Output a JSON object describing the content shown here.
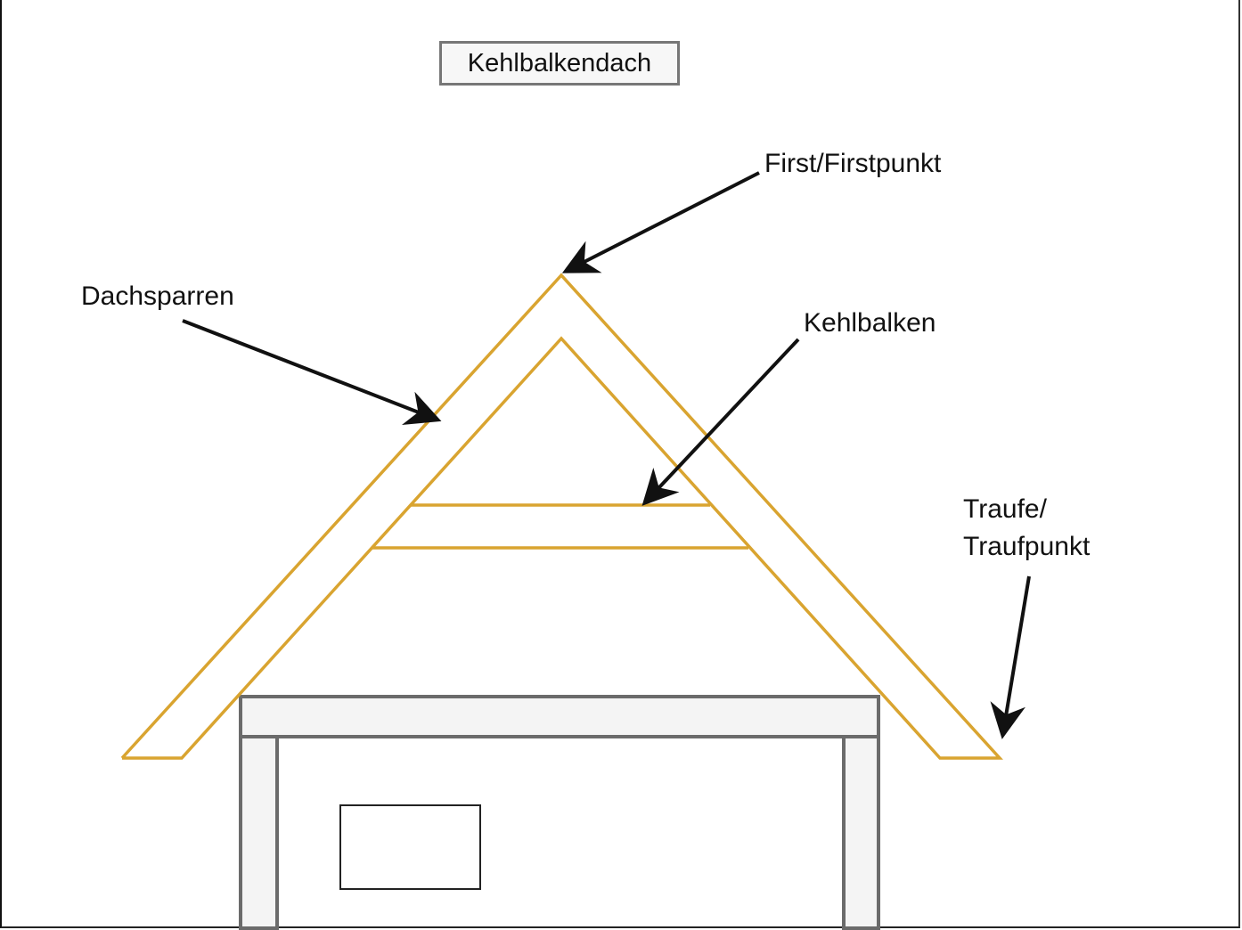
{
  "diagram": {
    "title": "Kehlbalkendach",
    "labels": {
      "first": "First/Firstpunkt",
      "dachsparren": "Dachsparren",
      "kehlbalken": "Kehlbalken",
      "traufe_line1": "Traufe/",
      "traufe_line2": "Traufpunkt"
    },
    "colors": {
      "rafter": "#d9a430",
      "wall_stroke": "#6b6b6b",
      "wall_fill": "#f4f4f4",
      "arrow": "#111111",
      "window_stroke": "#222222"
    },
    "components": [
      "rafters",
      "collar-beam-upper",
      "collar-beam-lower",
      "ceiling-beam",
      "left-wall",
      "right-wall",
      "window"
    ]
  }
}
